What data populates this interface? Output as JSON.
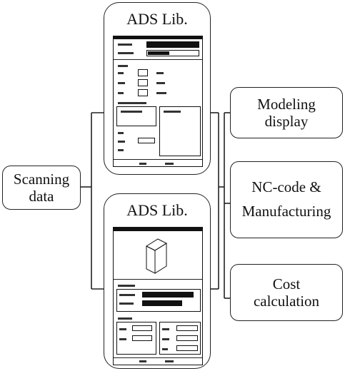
{
  "input_box": {
    "lines": [
      "Scanning",
      "data"
    ]
  },
  "lib_panel_top": {
    "title": "ADS Lib."
  },
  "lib_panel_bottom": {
    "title": "ADS Lib."
  },
  "outputs": [
    {
      "lines": [
        "Modeling",
        "display"
      ]
    },
    {
      "lines": [
        "NC-code &",
        "Manufacturing"
      ]
    },
    {
      "lines": [
        "Cost",
        "calculation"
      ]
    }
  ],
  "colors": {
    "stroke": "#222222",
    "background": "#ffffff"
  }
}
